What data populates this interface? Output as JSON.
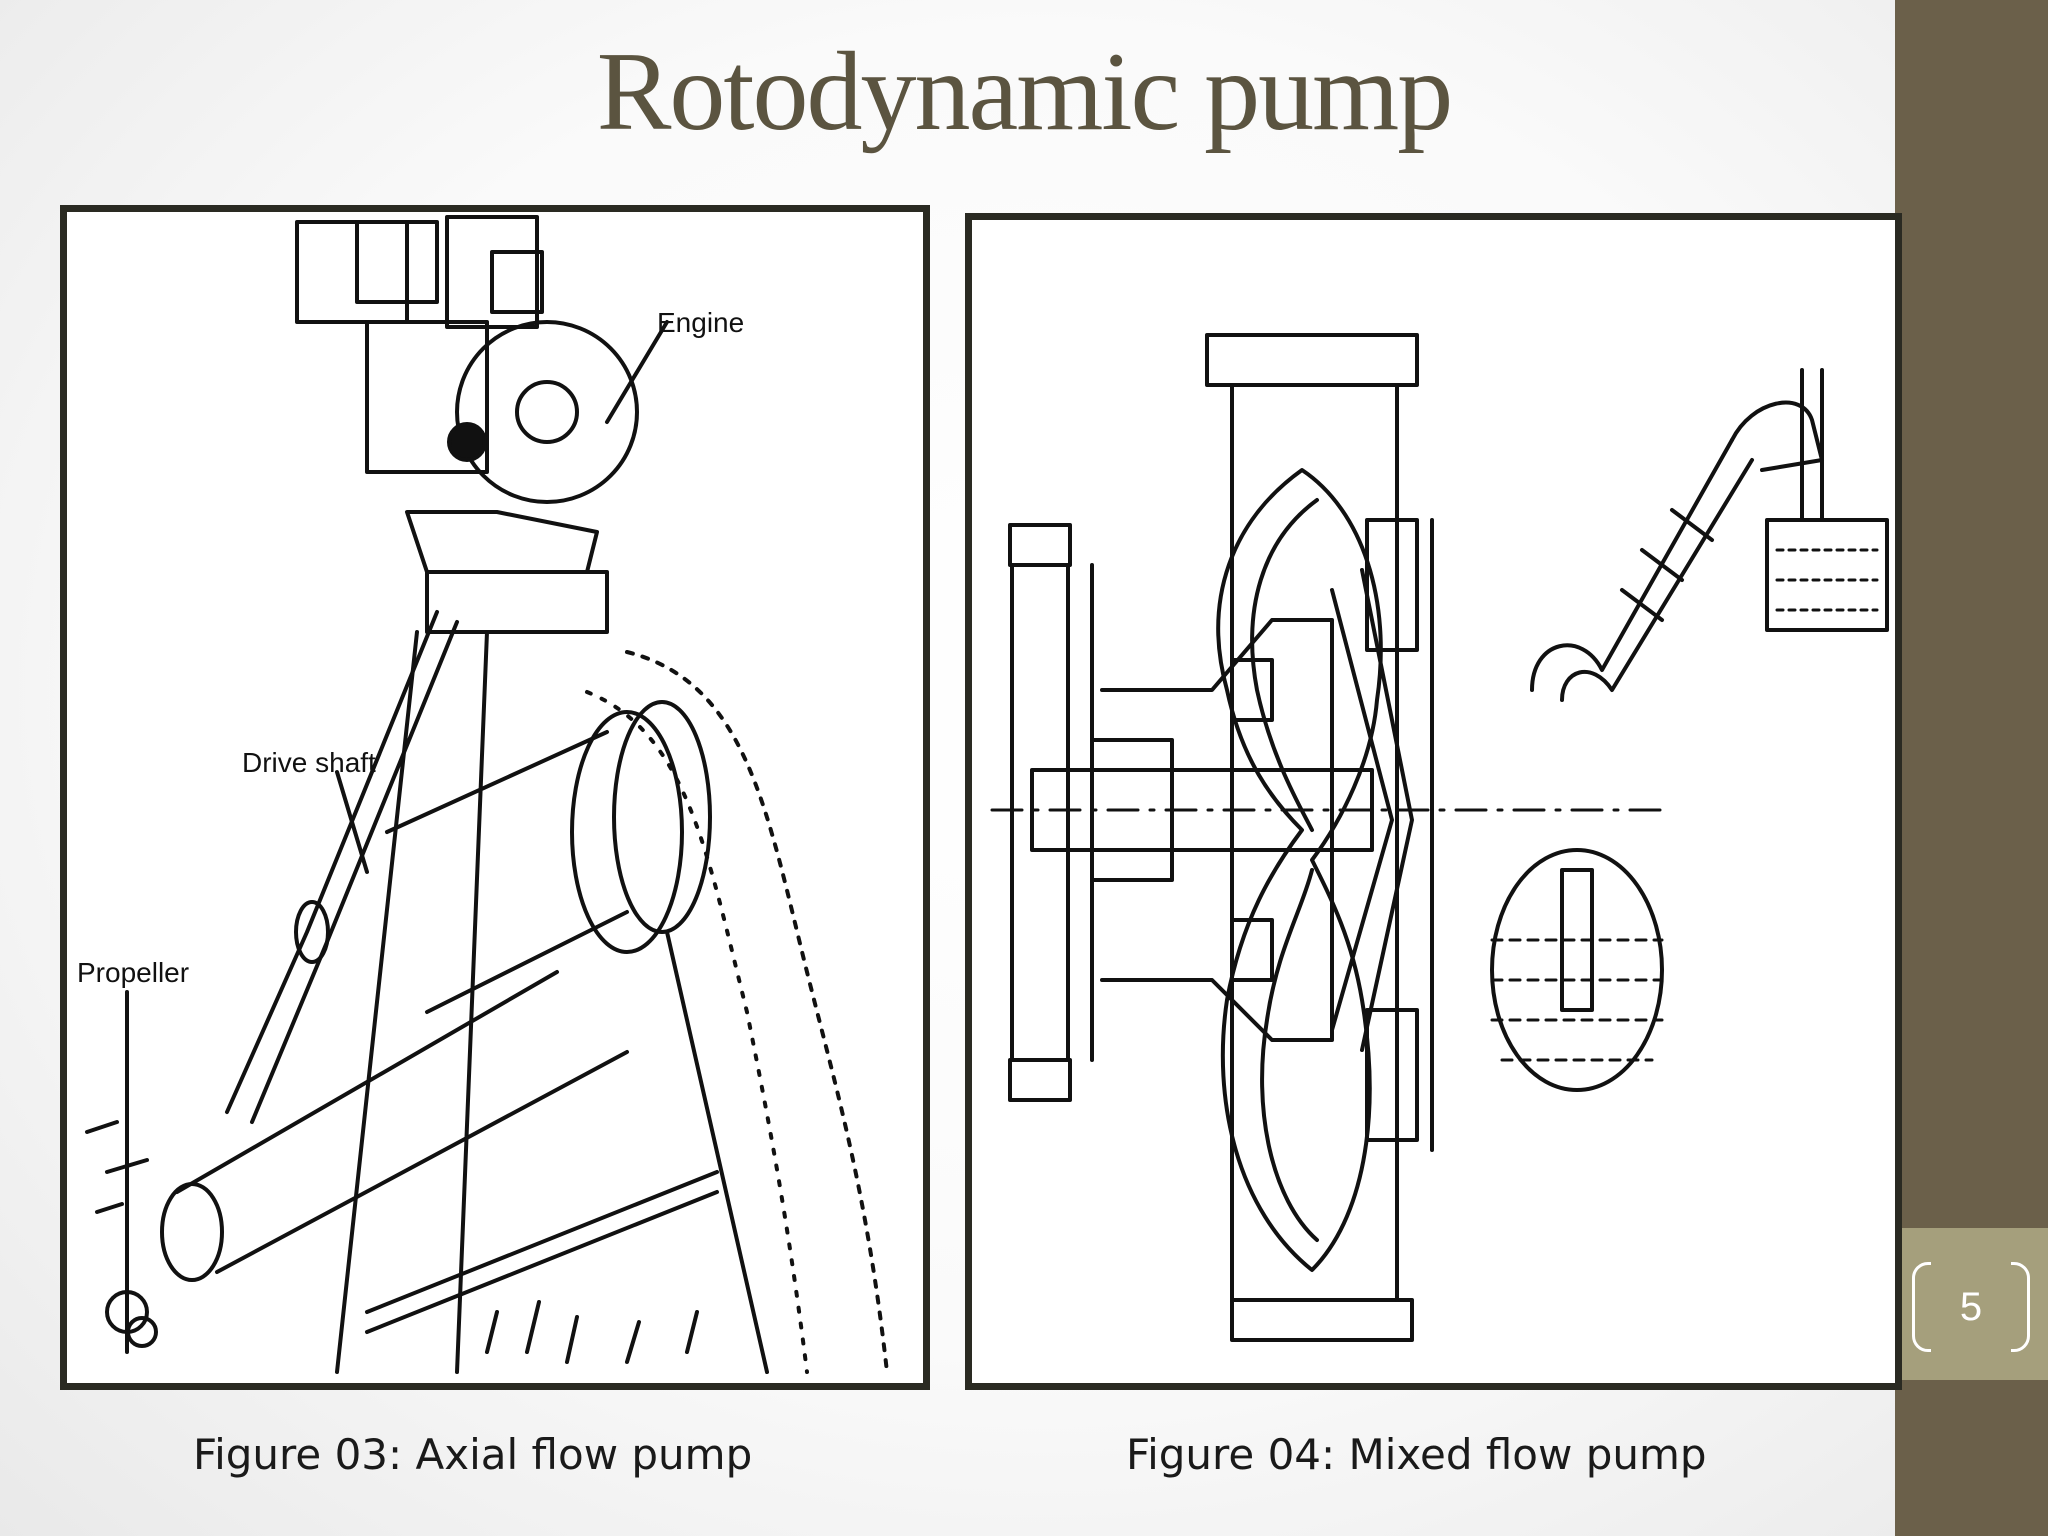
{
  "slide": {
    "title": "Rotodynamic pump",
    "page_number": "5"
  },
  "figures": [
    {
      "labels": {
        "engine": "Engine",
        "drive_shaft": "Drive shaft",
        "propeller": "Propeller"
      },
      "caption": "Figure 03: Axial flow pump"
    },
    {
      "caption": "Figure 04: Mixed flow pump"
    }
  ],
  "colors": {
    "accent": "#6b604a",
    "tab": "#a59f7c",
    "title": "#5b5440"
  }
}
